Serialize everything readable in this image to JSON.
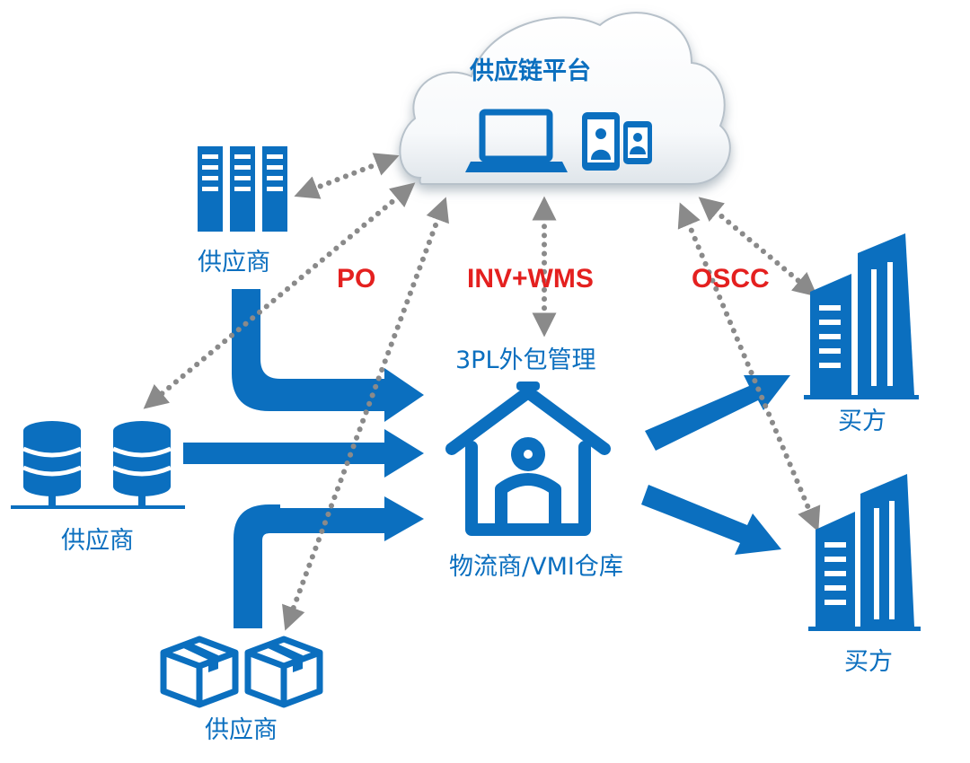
{
  "cloud": {
    "title": "供应链平台"
  },
  "flows": {
    "po": "PO",
    "inv": "INV+WMS",
    "oscc": "OSCC"
  },
  "hub": {
    "top_label": "3PL外包管理",
    "bottom_label": "物流商/VMI仓库"
  },
  "suppliers": [
    "供应商",
    "供应商",
    "供应商"
  ],
  "buyers": [
    "买方",
    "买方"
  ],
  "colors": {
    "primary": "#0b6fbf",
    "accent": "#e4201f",
    "link": "#8a8a8a"
  },
  "icons": [
    "cloud-icon",
    "laptop-icon",
    "mobile-devices-icon",
    "server-rack-icon",
    "database-icon",
    "package-box-icon",
    "house-icon",
    "building-icon"
  ]
}
